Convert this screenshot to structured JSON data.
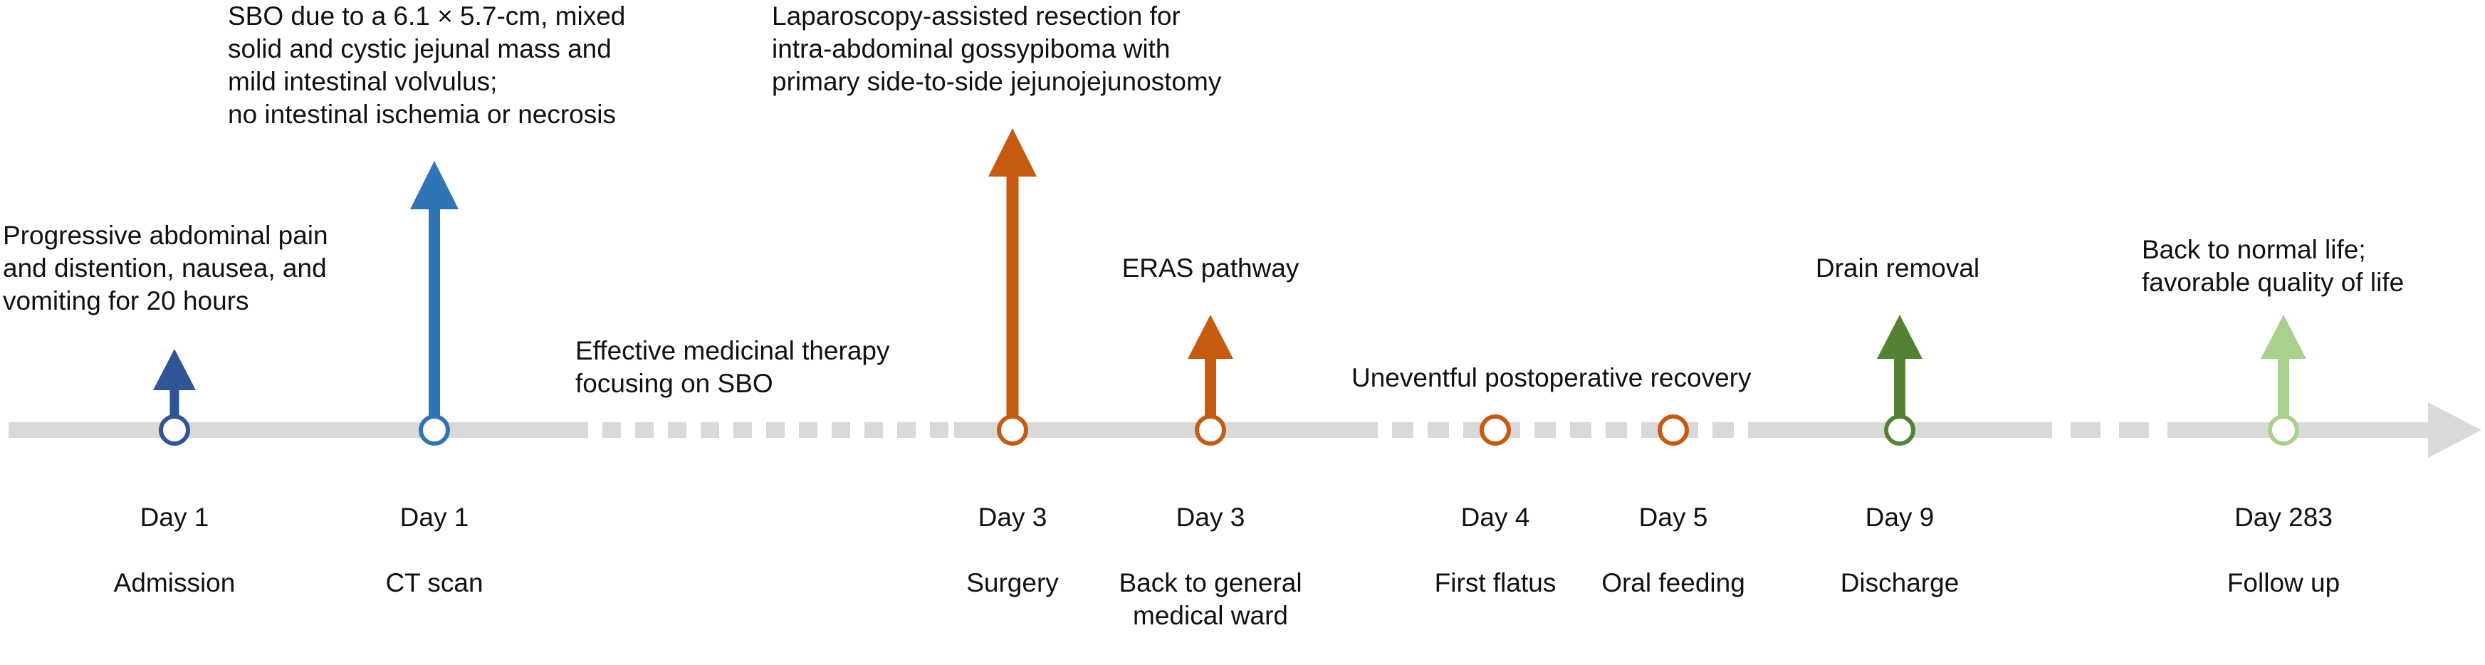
{
  "colors": {
    "axis": "#d9d9d9",
    "dark_blue": "#2f5597",
    "blue": "#2e75b6",
    "orange": "#c55a11",
    "dark_green": "#548235",
    "light_green": "#a9d18e"
  },
  "events": [
    {
      "id": "admission",
      "day": "Day 1",
      "label": "Admission",
      "color": "dark_blue",
      "note": "Progressive abdominal pain\nand distention, nausea, and\nvomiting for 20 hours"
    },
    {
      "id": "ct",
      "day": "Day 1",
      "label": "CT scan",
      "color": "blue",
      "note": "SBO due to a 6.1 × 5.7-cm, mixed\nsolid and cystic jejunal mass and\nmild intestinal volvulus;\nno intestinal ischemia or necrosis"
    },
    {
      "id": "surgery",
      "day": "Day 3",
      "label": "Surgery",
      "color": "orange",
      "note": "Laparoscopy-assisted resection for\nintra-abdominal gossypiboma with\nprimary side-to-side jejunojejunostomy"
    },
    {
      "id": "ward",
      "day": "Day 3",
      "label": "Back to general\nmedical ward",
      "color": "orange",
      "note": "ERAS pathway"
    },
    {
      "id": "flatus",
      "day": "Day 4",
      "label": "First flatus",
      "color": "orange",
      "note": ""
    },
    {
      "id": "feeding",
      "day": "Day 5",
      "label": "Oral feeding",
      "color": "orange",
      "note": ""
    },
    {
      "id": "discharge",
      "day": "Day 9",
      "label": "Discharge",
      "color": "dark_green",
      "note": "Drain removal"
    },
    {
      "id": "followup",
      "day": "Day 283",
      "label": "Follow up",
      "color": "light_green",
      "note": "Back to normal life;\nfavorable quality of life"
    }
  ],
  "gap_notes": {
    "medicinal": "Effective medicinal therapy\nfocusing on SBO",
    "recovery": "Uneventful  postoperative recovery"
  }
}
